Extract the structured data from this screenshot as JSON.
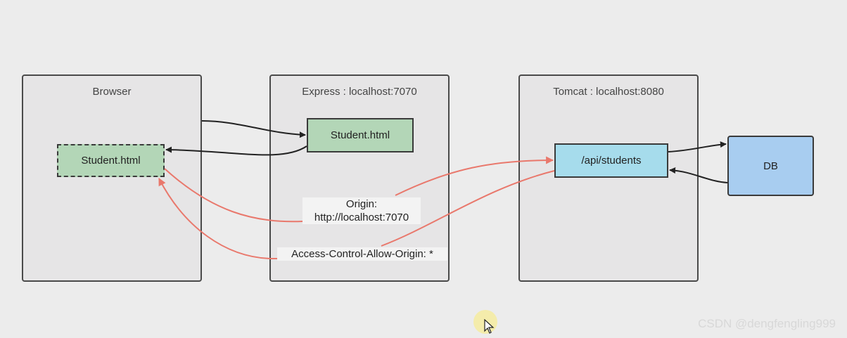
{
  "panels": {
    "browser": {
      "title": "Browser"
    },
    "express": {
      "title": "Express : localhost:7070"
    },
    "tomcat": {
      "title": "Tomcat : localhost:8080"
    }
  },
  "nodes": {
    "browser_page": "Student.html",
    "express_page": "Student.html",
    "api": "/api/students",
    "db": "DB"
  },
  "edge_labels": {
    "origin_line1": "Origin:",
    "origin_line2": "http://localhost:7070",
    "acao": "Access-Control-Allow-Origin: *"
  },
  "watermark": "CSDN @dengfengling999",
  "colors": {
    "request_arrow": "#222222",
    "cors_arrow": "#e9786c",
    "panel_fill": "#e6e5e6",
    "static_node": "#b3d6b7",
    "api_node": "#a6dcec",
    "db_node": "#a8cdf0"
  }
}
